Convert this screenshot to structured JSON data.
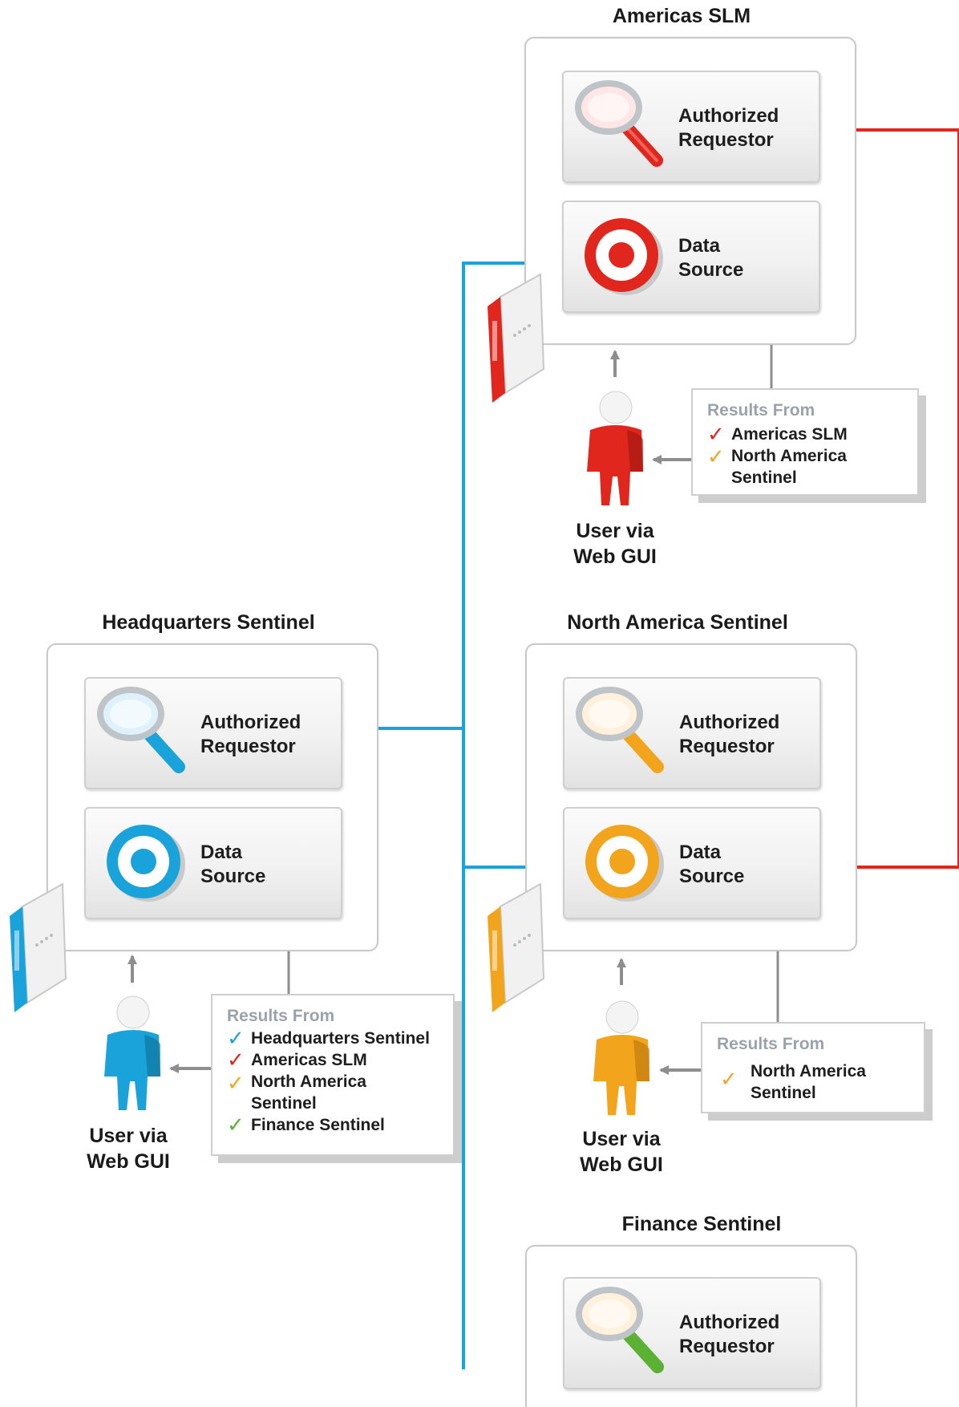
{
  "colors": {
    "americas": "#e0261d",
    "headquarters": "#1aa3db",
    "north_america": "#f2a51c",
    "finance": "#5ab133",
    "gray": "#8e8e8e"
  },
  "sites": {
    "americas": {
      "title": "Americas SLM",
      "requestor_label": "Authorized\nRequestor",
      "source_label": "Data\nSource",
      "user_label": "User via\nWeb GUI",
      "results_header": "Results From",
      "results": [
        {
          "text": "Americas SLM",
          "check": "americas"
        },
        {
          "text": "North America\nSentinel",
          "check": "north_america"
        }
      ]
    },
    "headquarters": {
      "title": "Headquarters Sentinel",
      "requestor_label": "Authorized\nRequestor",
      "source_label": "Data\nSource",
      "user_label": "User via\nWeb GUI",
      "results_header": "Results From",
      "results": [
        {
          "text": "Headquarters Sentinel",
          "check": "headquarters"
        },
        {
          "text": "Americas SLM",
          "check": "americas"
        },
        {
          "text": "North America\nSentinel",
          "check": "north_america"
        },
        {
          "text": "Finance Sentinel",
          "check": "finance"
        }
      ]
    },
    "north_america": {
      "title": "North America Sentinel",
      "requestor_label": "Authorized\nRequestor",
      "source_label": "Data\nSource",
      "user_label": "User via\nWeb GUI",
      "results_header": "Results From",
      "results": [
        {
          "text": "North America\nSentinel",
          "check": "north_america"
        }
      ]
    },
    "finance": {
      "title": "Finance Sentinel",
      "requestor_label": "Authorized\nRequestor"
    }
  },
  "icons": {
    "requestor": "magnifier-icon",
    "source": "target-icon",
    "server": "server-icon",
    "user": "user-icon",
    "check": "checkmark-icon"
  }
}
